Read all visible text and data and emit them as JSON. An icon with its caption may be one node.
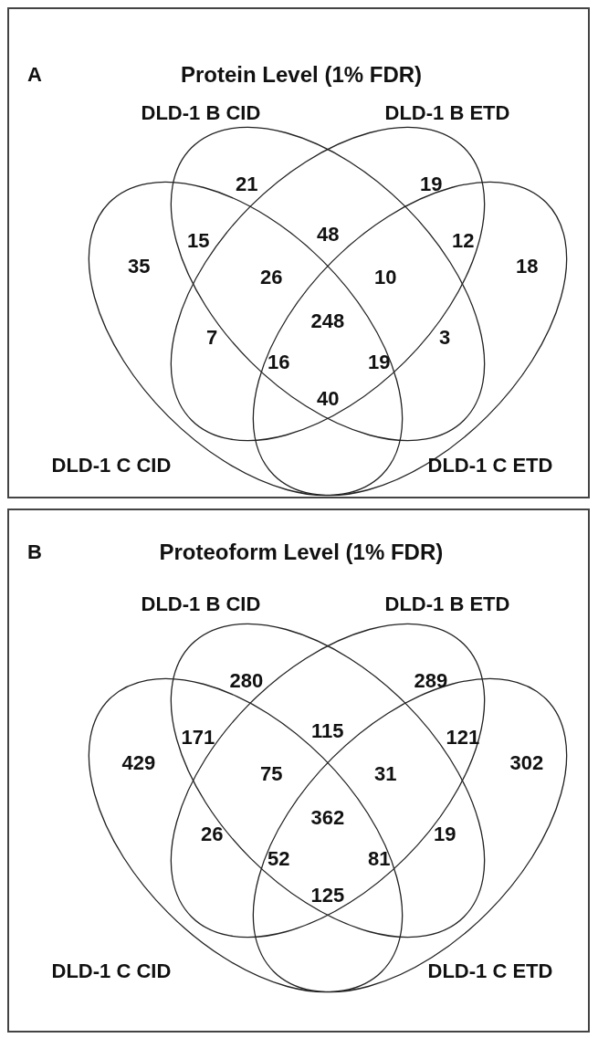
{
  "diagram": {
    "nodes": [
      {
        "text": [
          "A",
          "Protein Level (1% FDR)"
        ]
      },
      {
        "text": [
          "DLD-1 B CID"
        ],
        "in": 0
      },
      {
        "text": [
          "DLD-1 B ETD"
        ],
        "in": 0
      },
      {
        "text": [
          "DLD-1 C CID"
        ],
        "in": 0
      },
      {
        "text": [
          "DLD-1 C ETD"
        ],
        "in": 0
      },
      {
        "text": [
          "B",
          "Proteoform Level (1% FDR)"
        ]
      },
      {
        "text": [
          "DLD-1 B CID"
        ],
        "in": 5
      },
      {
        "text": [
          "DLD-1 B ETD"
        ],
        "in": 5
      },
      {
        "text": [
          "DLD-1 C CID"
        ],
        "in": 5
      },
      {
        "text": [
          "DLD-1 C ETD"
        ],
        "in": 5
      }
    ],
    "labels": [
      "21",
      "19",
      "15",
      "48",
      "12",
      "35",
      "26",
      "10",
      "18",
      "7",
      "248",
      "3",
      "16",
      "19",
      "40",
      "280",
      "289",
      "171",
      "115",
      "121",
      "429",
      "75",
      "31",
      "302",
      "26",
      "362",
      "19",
      "52",
      "81",
      "125"
    ]
  }
}
